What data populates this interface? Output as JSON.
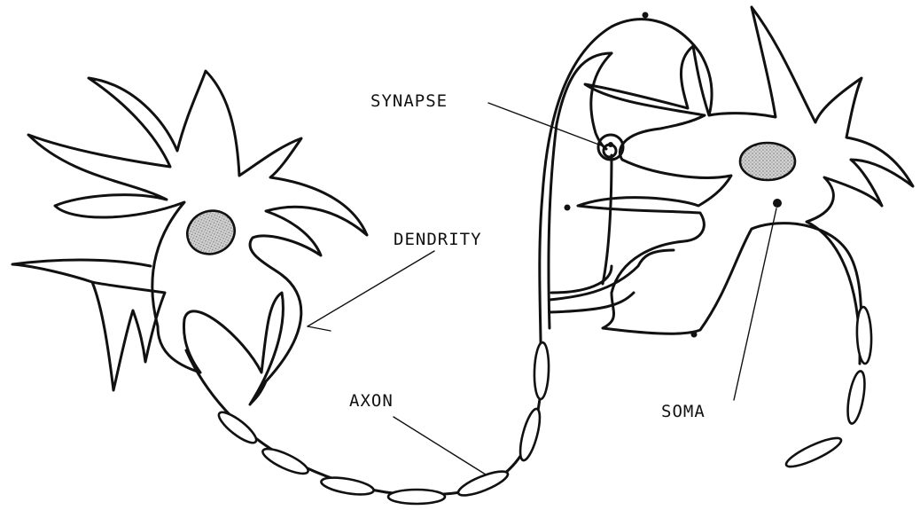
{
  "labels": {
    "synapse": "SYNAPSE",
    "dendrity": "DENDRITY",
    "axon": "AXON",
    "soma": "SOMA"
  },
  "colors": {
    "ink": "#111111",
    "nucleus_fill": "#c4c4c4",
    "background": "#ffffff"
  }
}
